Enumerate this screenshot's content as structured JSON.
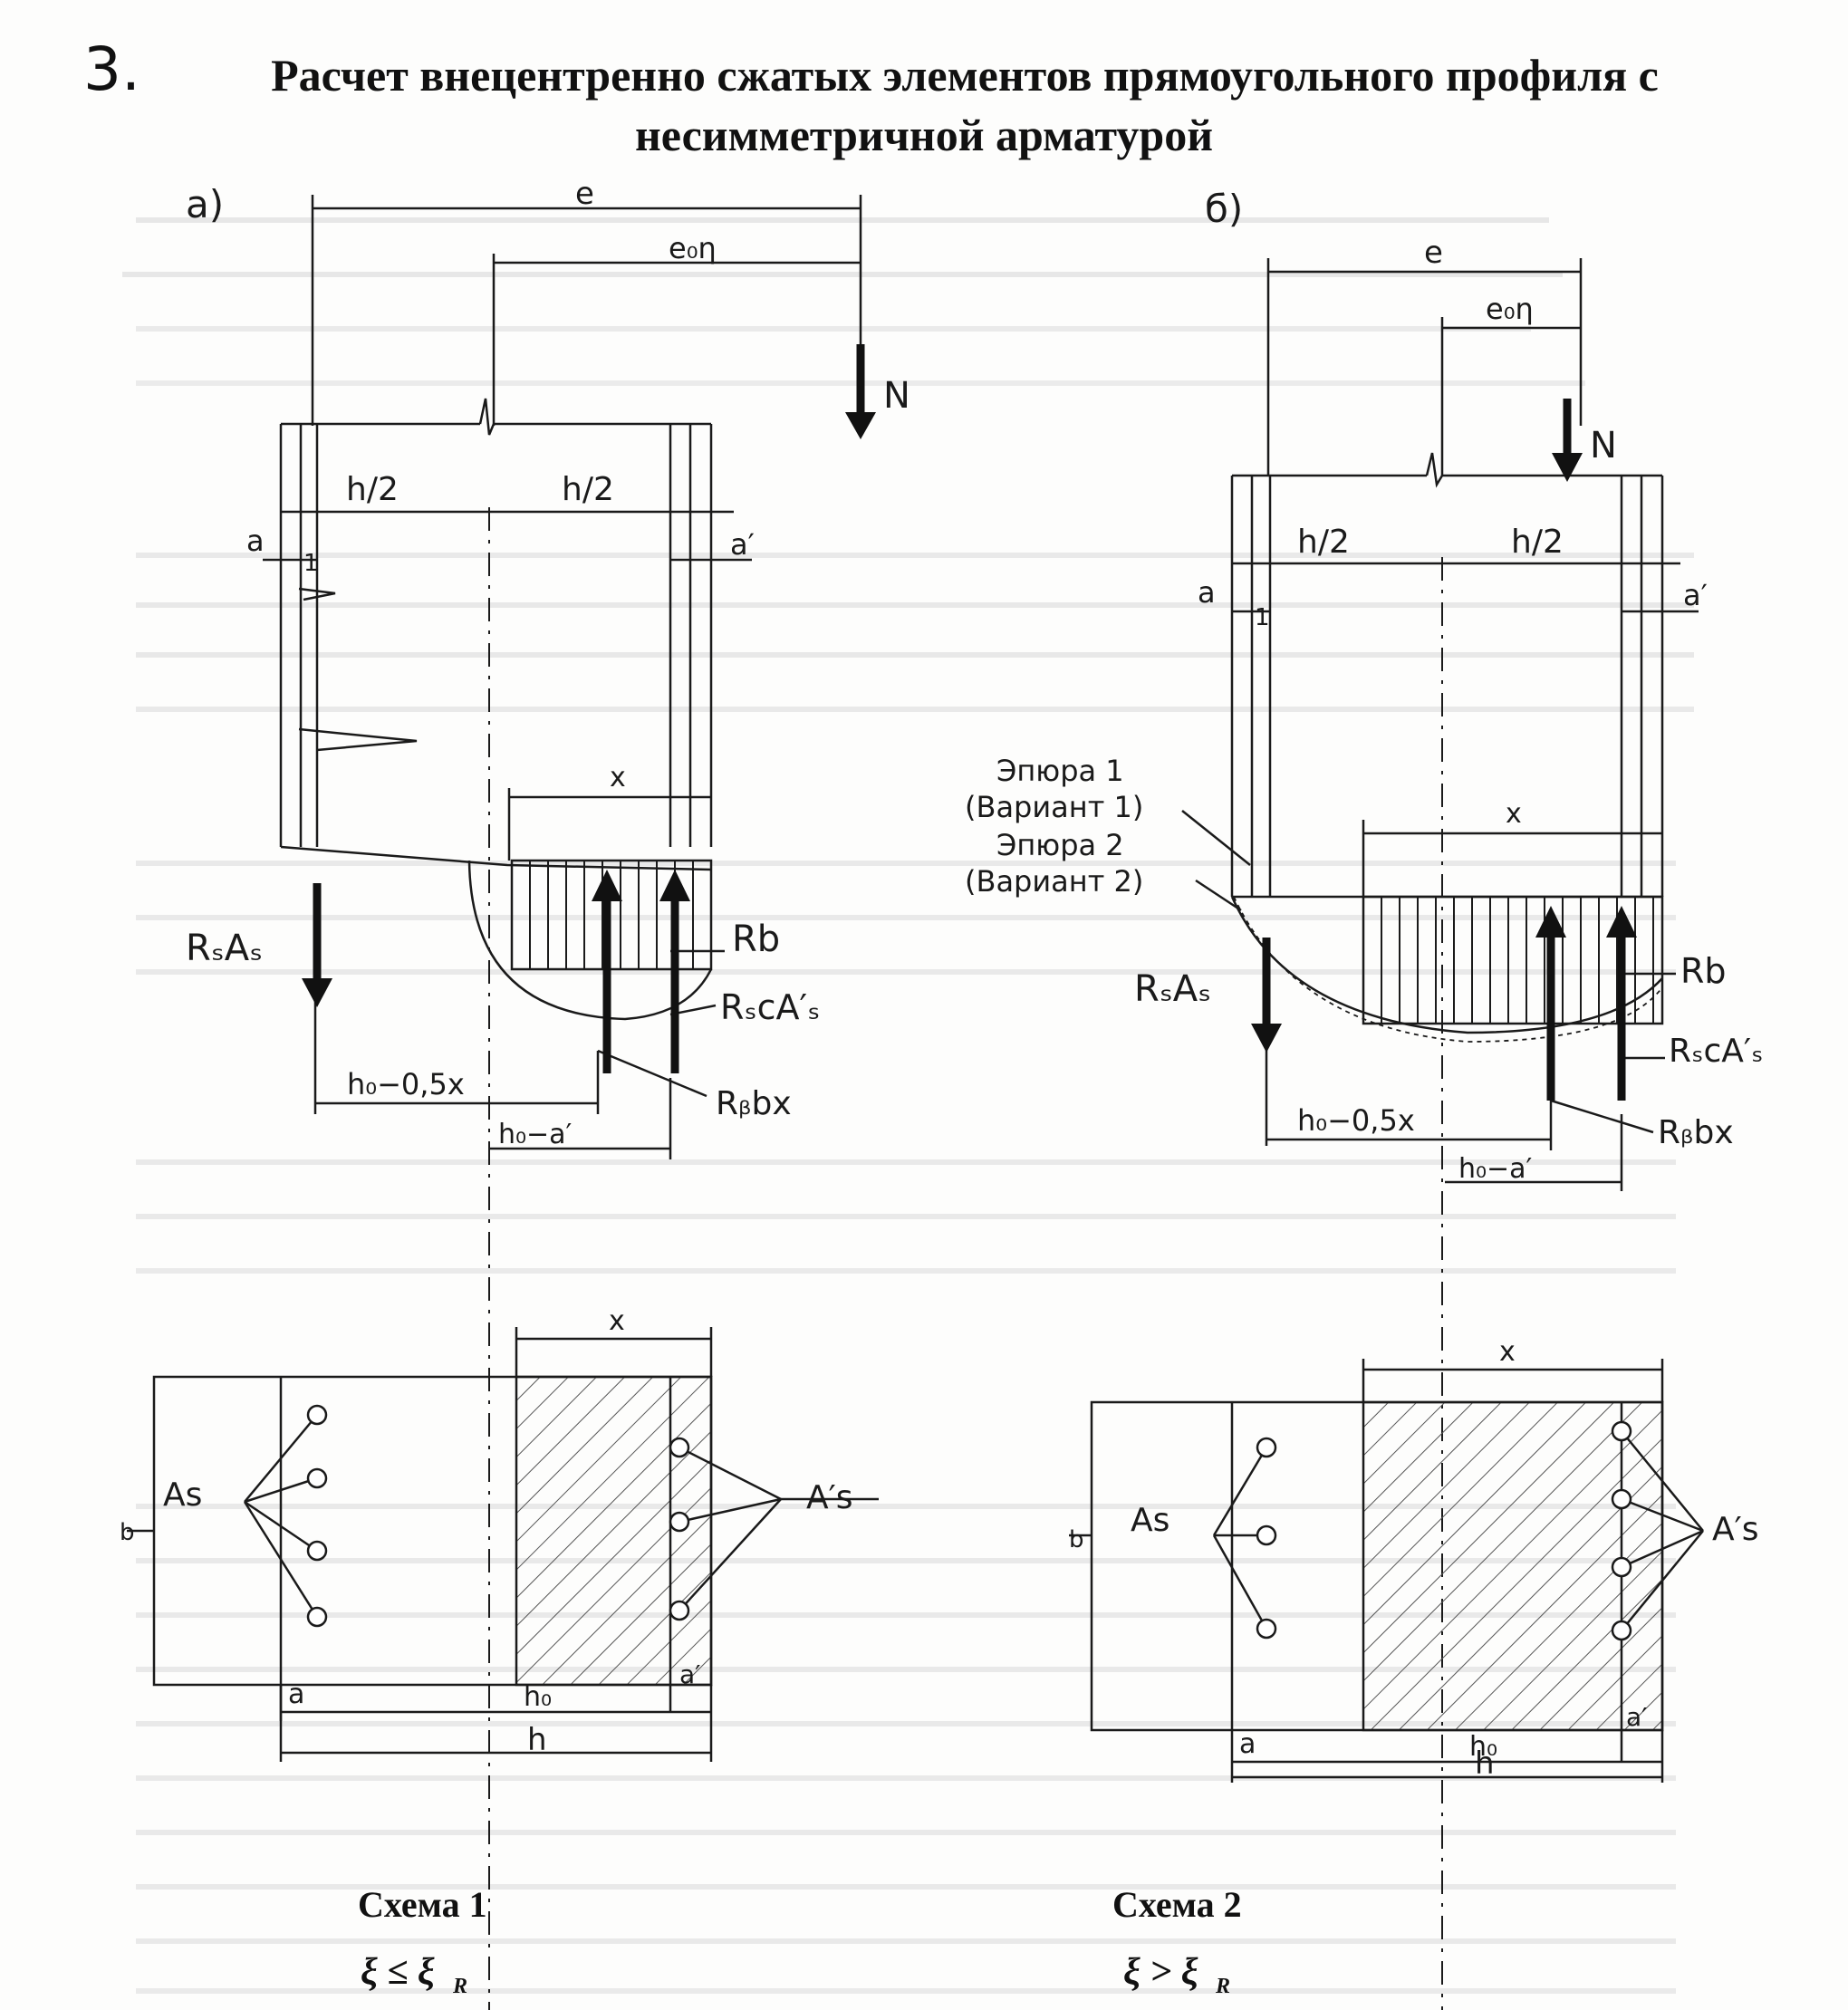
{
  "title": {
    "number": "3.",
    "line1": "Расчет внецентренно сжатых элементов прямоугольного профиля с",
    "line2": "несимметричной арматурой"
  },
  "left": {
    "tag": "а)",
    "e": "e",
    "e0n": "e₀η",
    "N": "N",
    "h2a": "h/2",
    "h2b": "h/2",
    "a": "a",
    "a_prime": "a′",
    "one": "1",
    "x": "x",
    "RsAs": "RₛAₛ",
    "Rb": "Rb",
    "RscAs": "RₛcA′ₛ",
    "Rbbx": "Rᵦbx",
    "h0_05x": "h₀−0,5x",
    "h0_a": "h₀−a′",
    "x_sec": "x",
    "As": "As",
    "A_s": "A′s",
    "a_sec": "a",
    "a_prime_sec": "a′",
    "h0": "h₀",
    "h": "h",
    "b": "b",
    "caption": "Схема 1",
    "condition": "ξ ≤ ξ",
    "condition_sub": "R"
  },
  "right": {
    "tag": "б)",
    "e": "e",
    "e0n": "e₀η",
    "N": "N",
    "h2a": "h/2",
    "h2b": "h/2",
    "a": "a",
    "a_prime": "a′",
    "one": "1",
    "epure1": "Эпюра 1",
    "variant1": "(Вариант 1)",
    "epure2": "Эпюра 2",
    "variant2": "(Вариант 2)",
    "x": "x",
    "RsAs": "RₛAₛ",
    "Rb": "Rb",
    "RscAs": "RₛcA′ₛ",
    "Rbbx": "Rᵦbx",
    "h0_05x": "h₀−0,5x",
    "h0_a": "h₀−a′",
    "x_sec": "x",
    "As": "As",
    "A_s": "A′s",
    "a_sec": "a",
    "a_prime_sec": "a′",
    "h0": "h₀",
    "h": "h",
    "b": "b",
    "caption": "Схема 2",
    "condition": "ξ > ξ",
    "condition_sub": "R"
  },
  "colors": {
    "ink": "#1a1a1a",
    "hatch": "#444444",
    "bleed": "#bdbdbd"
  }
}
